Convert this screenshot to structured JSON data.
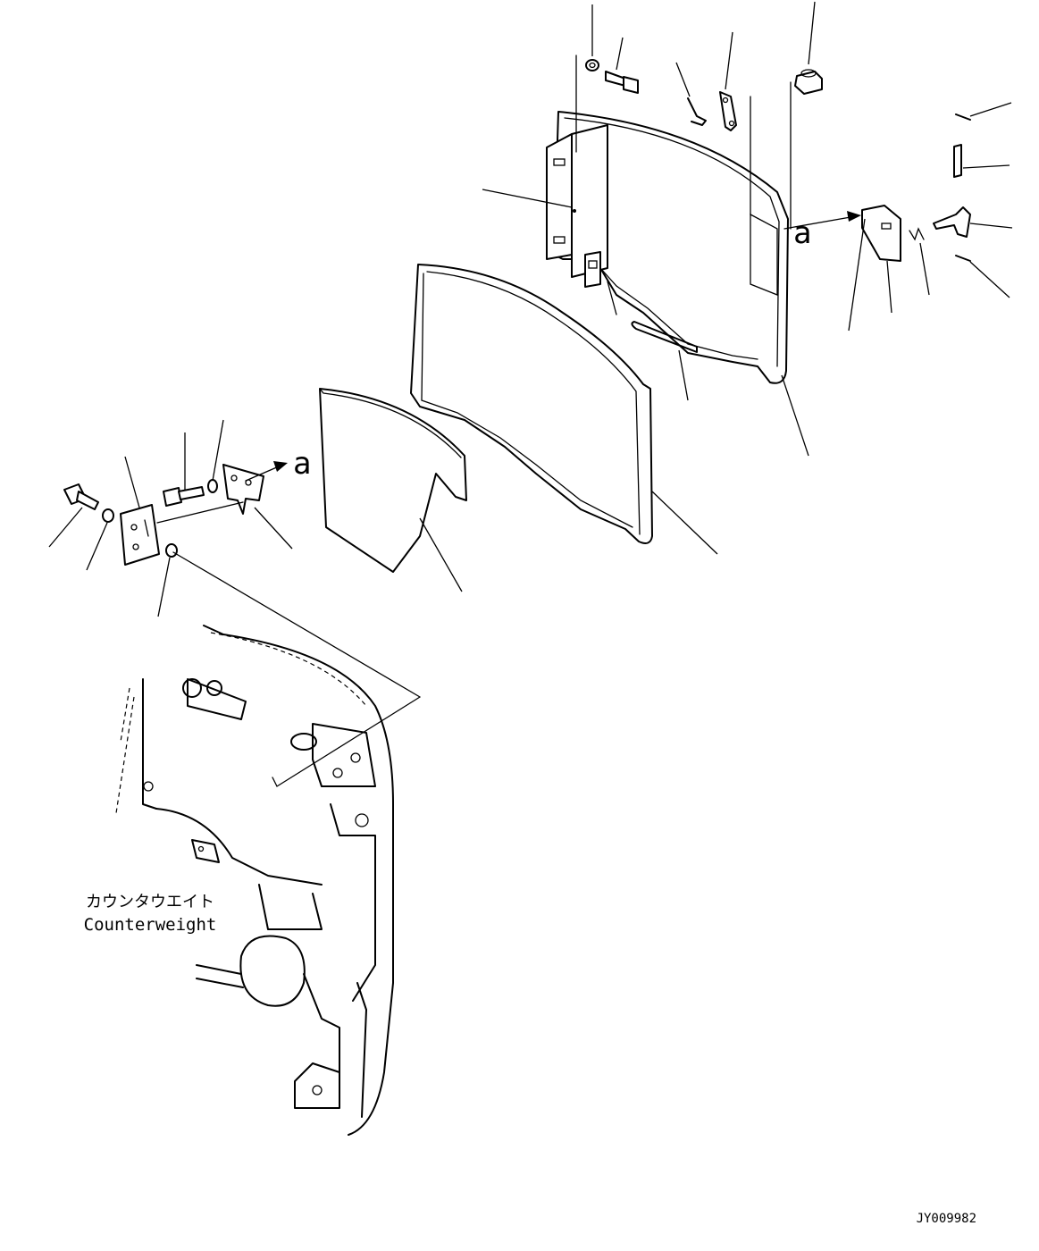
{
  "labels": {
    "ref_a_upper": "a",
    "ref_a_lower": "a",
    "counterweight_jp": "カウンタウエイト",
    "counterweight_en": "Counterweight",
    "drawing_code": "JY009982"
  }
}
